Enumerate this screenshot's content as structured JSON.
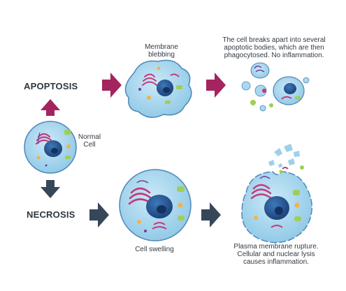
{
  "labels": {
    "apoptosis": "APOPTOSIS",
    "necrosis": "NECROSIS",
    "normal_cell_line1": "Normal",
    "normal_cell_line2": "Cell",
    "membrane_blebbing_line1": "Membrane",
    "membrane_blebbing_line2": "blebbing",
    "apoptotic_bodies_line1": "The cell breaks apart into several",
    "apoptotic_bodies_line2": "apoptotic bodies, which are then",
    "apoptotic_bodies_line3": "phagocytosed. No inflammation.",
    "cell_swelling": "Cell swelling",
    "rupture_line1": "Plasma membrane rupture.",
    "rupture_line2": "Cellular and nuclear lysis",
    "rupture_line3": "causes inflammation."
  },
  "colors": {
    "apoptosis_arrow": "#a3245f",
    "necrosis_arrow": "#37475a",
    "cytoplasm": "#a9d8ef",
    "cell_border": "#4f86b8",
    "nucleus": "#1f4e8c",
    "nucleus_inner": "#3c74b4",
    "golgi": "#c23a7c",
    "mitochondria": "#9fcf54",
    "vesicle": "#f2b24a",
    "fragment": "#9dd0ea"
  }
}
